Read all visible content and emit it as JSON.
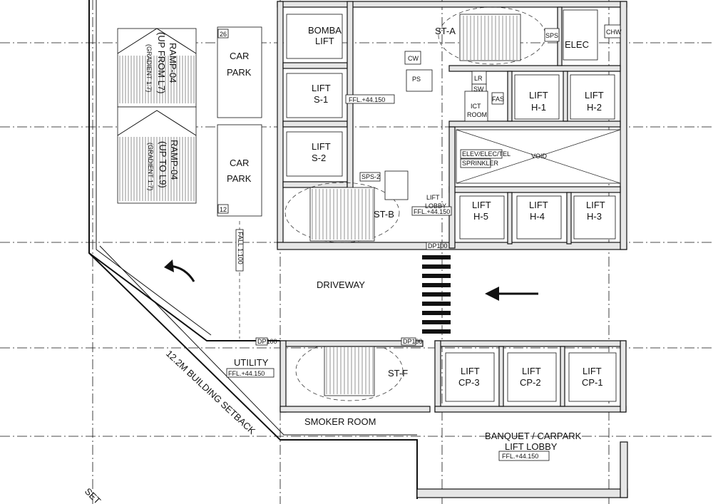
{
  "labels": {
    "ramp_upper_a": "RAMP-04",
    "ramp_upper_b": "(UP FROM L7)",
    "ramp_upper_c": "(GRADIENT 1:7)",
    "ramp_lower_a": "RAMP-04",
    "ramp_lower_b": "(UP TO L9)",
    "ramp_lower_c": "(GRADIENT 1:7)",
    "car_park_1_a": "CAR",
    "car_park_1_b": "PARK",
    "car_park_1_no": "26",
    "car_park_2_a": "CAR",
    "car_park_2_b": "PARK",
    "car_park_2_no": "12",
    "fall": "FALL 1:100",
    "bomba_a": "BOMBA",
    "bomba_b": "LIFT",
    "lift_s1_a": "LIFT",
    "lift_s1_b": "S-1",
    "lift_s2_a": "LIFT",
    "lift_s2_b": "S-2",
    "ffl_top": "FFL.+44.150",
    "st_a": "ST-A",
    "st_b": "ST-B",
    "st_f": "ST-F",
    "cw": "CW",
    "ps": "PS",
    "sw": "SW",
    "lr": "LR",
    "fas": "FAS",
    "ict_room_a": "ICT",
    "ict_room_b": "ROOM",
    "sps": "SPS",
    "sps2": "SPS-2",
    "elec": "ELEC",
    "chw": "CHW",
    "lift_h1_a": "LIFT",
    "lift_h1_b": "H-1",
    "lift_h2_a": "LIFT",
    "lift_h2_b": "H-2",
    "lift_h3_a": "LIFT",
    "lift_h3_b": "H-3",
    "lift_h4_a": "LIFT",
    "lift_h4_b": "H-4",
    "lift_h5_a": "LIFT",
    "lift_h5_b": "H-5",
    "void": "VOID",
    "elev_tag": "ELEV/ELEC/TEL",
    "sprinkler_tag": "SPRINKLER",
    "lift_lobby_a": "LIFT",
    "lift_lobby_b": "LOBBY",
    "ffl_lobby": "FFL.+44.150",
    "driveway": "DRIVEWAY",
    "utility": "UTILITY",
    "ffl_utility": "FFL.+44.150",
    "setback": "12.2M BUILDING SETBACK",
    "smoker_room": "SMOKER ROOM",
    "lift_cp1_a": "LIFT",
    "lift_cp1_b": "CP-1",
    "lift_cp2_a": "LIFT",
    "lift_cp2_b": "CP-2",
    "lift_cp3_a": "LIFT",
    "lift_cp3_b": "CP-3",
    "banquet_a": "BANQUET / CARPARK",
    "banquet_b": "LIFT LOBBY",
    "ffl_banquet": "FFL.+44.150",
    "dp100": "DP100",
    "set_corner": "SET"
  }
}
